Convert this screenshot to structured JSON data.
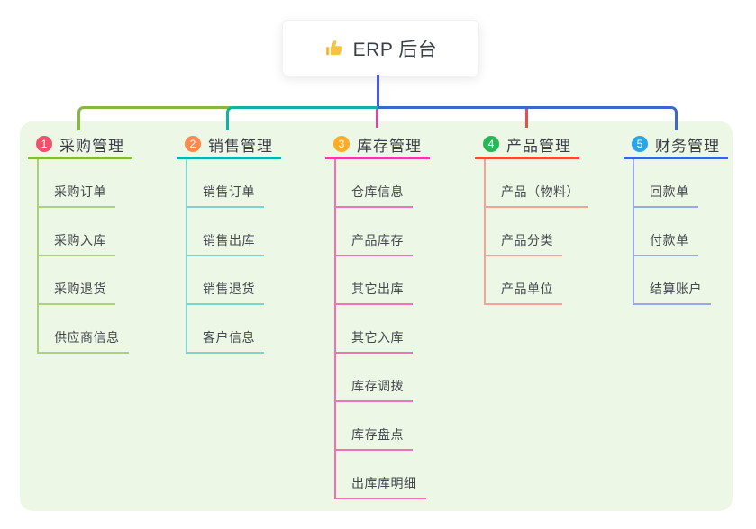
{
  "root": {
    "label": "ERP 后台",
    "icon": "thumbs-up"
  },
  "colors": {
    "panel_bg": "#edf7e6",
    "root_stem": "#4c59d2",
    "root_card_bg": "#ffffff",
    "thumb_icon": "#f6c344"
  },
  "branches": [
    {
      "index": "1",
      "title": "采购管理",
      "badge_color": "#f3506c",
      "line_color": "#85b83e",
      "child_line_color": "#abd180",
      "children": [
        "采购订单",
        "采购入库",
        "采购退货",
        "供应商信息"
      ]
    },
    {
      "index": "2",
      "title": "销售管理",
      "badge_color": "#f88b52",
      "line_color": "#12b2a2",
      "child_line_color": "#7fd4ca",
      "children": [
        "销售订单",
        "销售出库",
        "销售退货",
        "客户信息"
      ]
    },
    {
      "index": "3",
      "title": "库存管理",
      "badge_color": "#ffab29",
      "line_color": "#e9409c",
      "child_line_color": "#f172b4",
      "children": [
        "仓库信息",
        "产品库存",
        "其它出库",
        "其它入库",
        "库存调拨",
        "库存盘点",
        "出库库明细"
      ]
    },
    {
      "index": "4",
      "title": "产品管理",
      "badge_color": "#2ab557",
      "line_color": "#f04b40",
      "child_line_color": "#f7a198",
      "children": [
        "产品（物料）",
        "产品分类",
        "产品单位"
      ]
    },
    {
      "index": "5",
      "title": "财务管理",
      "badge_color": "#29a6e8",
      "line_color": "#4065cd",
      "child_line_color": "#95abe1",
      "children": [
        "回款单",
        "付款单",
        "结算账户"
      ]
    }
  ]
}
